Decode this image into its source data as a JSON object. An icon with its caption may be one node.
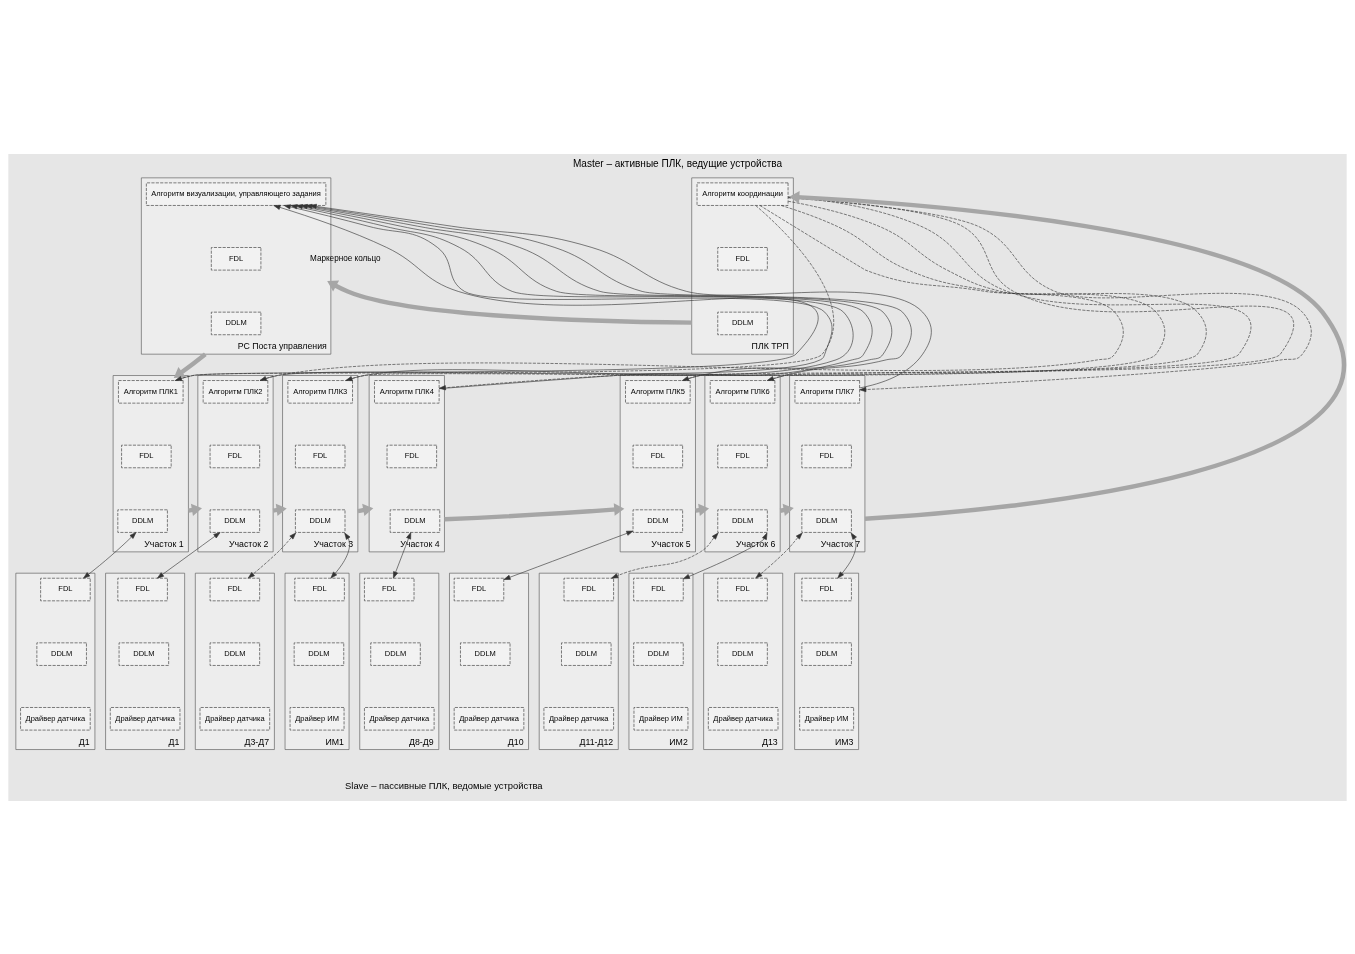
{
  "diagram": {
    "title": "Master – активные ПЛК, ведущие устройства",
    "nodes": [
      {
        "text": [
          "РС Поста управления"
        ]
      },
      {
        "text": [
          "Алгоритм визуализации, управляющего задания"
        ],
        "in": 0
      },
      {
        "text": [
          "FDL"
        ],
        "in": 0
      },
      {
        "text": [
          "DDLM"
        ],
        "in": 0
      },
      {
        "text": [
          "ПЛК ТРП"
        ]
      },
      {
        "text": [
          "Алгоритм координации"
        ],
        "in": 4
      },
      {
        "text": [
          "FDL"
        ],
        "in": 4
      },
      {
        "text": [
          "DDLM"
        ],
        "in": 4
      },
      {
        "text": [
          "Участок 1"
        ]
      },
      {
        "text": [
          "Алгоритм ПЛК1"
        ],
        "in": 8
      },
      {
        "text": [
          "FDL"
        ],
        "in": 8
      },
      {
        "text": [
          "DDLM"
        ],
        "in": 8
      },
      {
        "text": [
          "Участок 2"
        ]
      },
      {
        "text": [
          "Алгоритм ПЛК2"
        ],
        "in": 12
      },
      {
        "text": [
          "FDL"
        ],
        "in": 12
      },
      {
        "text": [
          "DDLM"
        ],
        "in": 12
      },
      {
        "text": [
          "Участок 3"
        ]
      },
      {
        "text": [
          "Алгоритм ПЛК3"
        ],
        "in": 16
      },
      {
        "text": [
          "FDL"
        ],
        "in": 16
      },
      {
        "text": [
          "DDLM"
        ],
        "in": 16
      },
      {
        "text": [
          "Участок 4"
        ]
      },
      {
        "text": [
          "Алгоритм ПЛК4"
        ],
        "in": 20
      },
      {
        "text": [
          "FDL"
        ],
        "in": 20
      },
      {
        "text": [
          "DDLM"
        ],
        "in": 20
      },
      {
        "text": [
          "Участок 5"
        ]
      },
      {
        "text": [
          "Алгоритм ПЛК5"
        ],
        "in": 24
      },
      {
        "text": [
          "FDL"
        ],
        "in": 24
      },
      {
        "text": [
          "DDLM"
        ],
        "in": 24
      },
      {
        "text": [
          "Участок 6"
        ]
      },
      {
        "text": [
          "Алгоритм ПЛК6"
        ],
        "in": 28
      },
      {
        "text": [
          "FDL"
        ],
        "in": 28
      },
      {
        "text": [
          "DDLM"
        ],
        "in": 28
      },
      {
        "text": [
          "Участок 7"
        ]
      },
      {
        "text": [
          "Алгоритм ПЛК7"
        ],
        "in": 32
      },
      {
        "text": [
          "FDL"
        ],
        "in": 32
      },
      {
        "text": [
          "DDLM"
        ],
        "in": 32
      },
      {
        "text": [
          "Д1"
        ]
      },
      {
        "text": [
          "FDL"
        ],
        "in": 36
      },
      {
        "text": [
          "DDLM"
        ],
        "in": 36
      },
      {
        "text": [
          "Драйвер датчика"
        ],
        "in": 36
      },
      {
        "text": [
          "Д1"
        ]
      },
      {
        "text": [
          "FDL"
        ],
        "in": 40
      },
      {
        "text": [
          "DDLM"
        ],
        "in": 40
      },
      {
        "text": [
          "Драйвер датчика"
        ],
        "in": 40
      },
      {
        "text": [
          "Д3-Д7"
        ]
      },
      {
        "text": [
          "FDL"
        ],
        "in": 44
      },
      {
        "text": [
          "DDLM"
        ],
        "in": 44
      },
      {
        "text": [
          "Драйвер датчика"
        ],
        "in": 44
      },
      {
        "text": [
          "ИМ1"
        ]
      },
      {
        "text": [
          "FDL"
        ],
        "in": 48
      },
      {
        "text": [
          "DDLM"
        ],
        "in": 48
      },
      {
        "text": [
          "Драйвер ИМ"
        ],
        "in": 48
      },
      {
        "text": [
          "Д8-Д9"
        ]
      },
      {
        "text": [
          "FDL"
        ],
        "in": 52
      },
      {
        "text": [
          "DDLM"
        ],
        "in": 52
      },
      {
        "text": [
          "Драйвер датчика"
        ],
        "in": 52
      },
      {
        "text": [
          "Д10"
        ]
      },
      {
        "text": [
          "FDL"
        ],
        "in": 56
      },
      {
        "text": [
          "DDLM"
        ],
        "in": 56
      },
      {
        "text": [
          "Драйвер датчика"
        ],
        "in": 56
      },
      {
        "text": [
          "Д11-Д12"
        ]
      },
      {
        "text": [
          "FDL"
        ],
        "in": 60
      },
      {
        "text": [
          "DDLM"
        ],
        "in": 60
      },
      {
        "text": [
          "Драйвер датчика"
        ],
        "in": 60
      },
      {
        "text": [
          "ИМ2"
        ]
      },
      {
        "text": [
          "FDL"
        ],
        "in": 64
      },
      {
        "text": [
          "DDLM"
        ],
        "in": 64
      },
      {
        "text": [
          "Драйвер ИМ"
        ],
        "in": 64
      },
      {
        "text": [
          "Д13"
        ]
      },
      {
        "text": [
          "FDL"
        ],
        "in": 68
      },
      {
        "text": [
          "DDLM"
        ],
        "in": 68
      },
      {
        "text": [
          "Драйвер датчика"
        ],
        "in": 68
      },
      {
        "text": [
          "ИМ3"
        ]
      },
      {
        "text": [
          "FDL"
        ],
        "in": 72
      },
      {
        "text": [
          "DDLM"
        ],
        "in": 72
      },
      {
        "text": [
          "Драйвер ИМ"
        ],
        "in": 72
      }
    ],
    "edges": [
      {
        "from": 4,
        "to": 0,
        "arrow": "to",
        "label": "Маркерное кольцо",
        "style": "thick",
        "color": "#a6a6a6"
      },
      {
        "from": 0,
        "to": 8,
        "arrow": "to",
        "style": "thick",
        "color": "#a6a6a6"
      },
      {
        "from": 8,
        "to": 12,
        "arrow": "to",
        "style": "thick",
        "color": "#a6a6a6"
      },
      {
        "from": 12,
        "to": 16,
        "arrow": "to",
        "style": "thick",
        "color": "#a6a6a6"
      },
      {
        "from": 16,
        "to": 20,
        "arrow": "to",
        "style": "thick",
        "color": "#a6a6a6"
      },
      {
        "from": 20,
        "to": 24,
        "arrow": "to",
        "style": "thick",
        "color": "#a6a6a6"
      },
      {
        "from": 24,
        "to": 28,
        "arrow": "to",
        "style": "thick",
        "color": "#a6a6a6"
      },
      {
        "from": 28,
        "to": 32,
        "arrow": "to",
        "style": "thick",
        "color": "#a6a6a6"
      },
      {
        "from": 32,
        "to": 4,
        "arrow": "to",
        "style": "thick",
        "color": "#a6a6a6"
      },
      {
        "from": 9,
        "to": 1,
        "arrow": "to"
      },
      {
        "from": 13,
        "to": 1,
        "arrow": "to"
      },
      {
        "from": 17,
        "to": 1,
        "arrow": "to"
      },
      {
        "from": 21,
        "to": 1,
        "arrow": "to"
      },
      {
        "from": 25,
        "to": 1,
        "arrow": "to"
      },
      {
        "from": 29,
        "to": 1,
        "arrow": "to"
      },
      {
        "from": 33,
        "to": 1,
        "arrow": "to"
      },
      {
        "from": 5,
        "to": 9,
        "arrow": "to",
        "style": "dashed"
      },
      {
        "from": 5,
        "to": 13,
        "arrow": "to",
        "style": "dashed"
      },
      {
        "from": 5,
        "to": 17,
        "arrow": "to",
        "style": "dashed"
      },
      {
        "from": 5,
        "to": 21,
        "arrow": "to",
        "style": "dashed"
      },
      {
        "from": 5,
        "to": 25,
        "arrow": "to",
        "style": "dashed"
      },
      {
        "from": 5,
        "to": 29,
        "arrow": "to",
        "style": "dashed"
      },
      {
        "from": 5,
        "to": 33,
        "arrow": "to",
        "style": "dashed"
      },
      {
        "from": 11,
        "to": 37,
        "arrow": "both"
      },
      {
        "from": 15,
        "to": 41,
        "arrow": "both"
      },
      {
        "from": 19,
        "to": 45,
        "arrow": "both",
        "style": "dashed"
      },
      {
        "from": 19,
        "to": 49,
        "arrow": "both"
      },
      {
        "from": 23,
        "to": 53,
        "arrow": "both"
      },
      {
        "from": 27,
        "to": 57,
        "arrow": "both"
      },
      {
        "from": 31,
        "to": 61,
        "arrow": "both",
        "style": "dashed"
      },
      {
        "from": 31,
        "to": 65,
        "arrow": "both"
      },
      {
        "from": 35,
        "to": 69,
        "arrow": "both",
        "style": "dashed"
      },
      {
        "from": 35,
        "to": 73,
        "arrow": "both"
      }
    ],
    "labels": [
      "Slave – пассивные ПЛК, ведомые устройства"
    ]
  }
}
